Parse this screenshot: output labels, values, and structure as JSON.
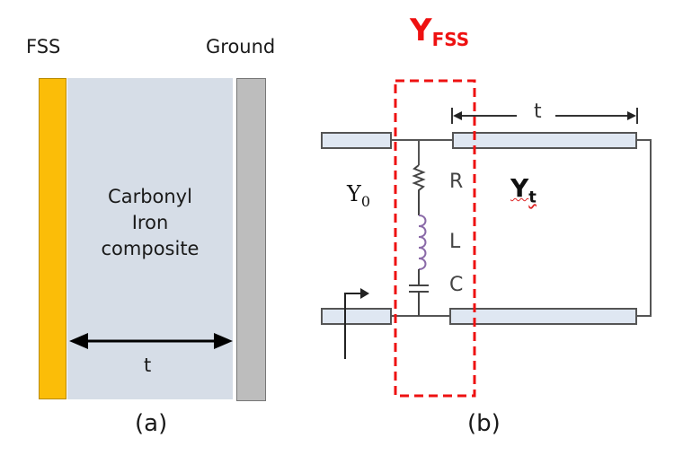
{
  "panel_a": {
    "fss_label": "FSS",
    "ground_label": "Ground",
    "composite_line1": "Carbonyl",
    "composite_line2": "Iron",
    "composite_line3": "composite",
    "thickness_label": "t",
    "caption": "(a)",
    "colors": {
      "fss": "#fbbd08",
      "composite": "#d6dde7",
      "ground": "#bdbdbd"
    }
  },
  "panel_b": {
    "title_main": "Y",
    "title_sub": "FSS",
    "resistor_label": "R",
    "inductor_label": "L",
    "capacitor_label": "C",
    "y0_main": "Y",
    "y0_sub": "0",
    "yt_main": "Y",
    "yt_sub": "t",
    "thickness_label": "t",
    "caption": "(b)",
    "colors": {
      "fss_box": "#ee1111",
      "line": "#555555",
      "inductor": "#8a6aa8",
      "tline_fill": "#dfe7f2"
    }
  }
}
